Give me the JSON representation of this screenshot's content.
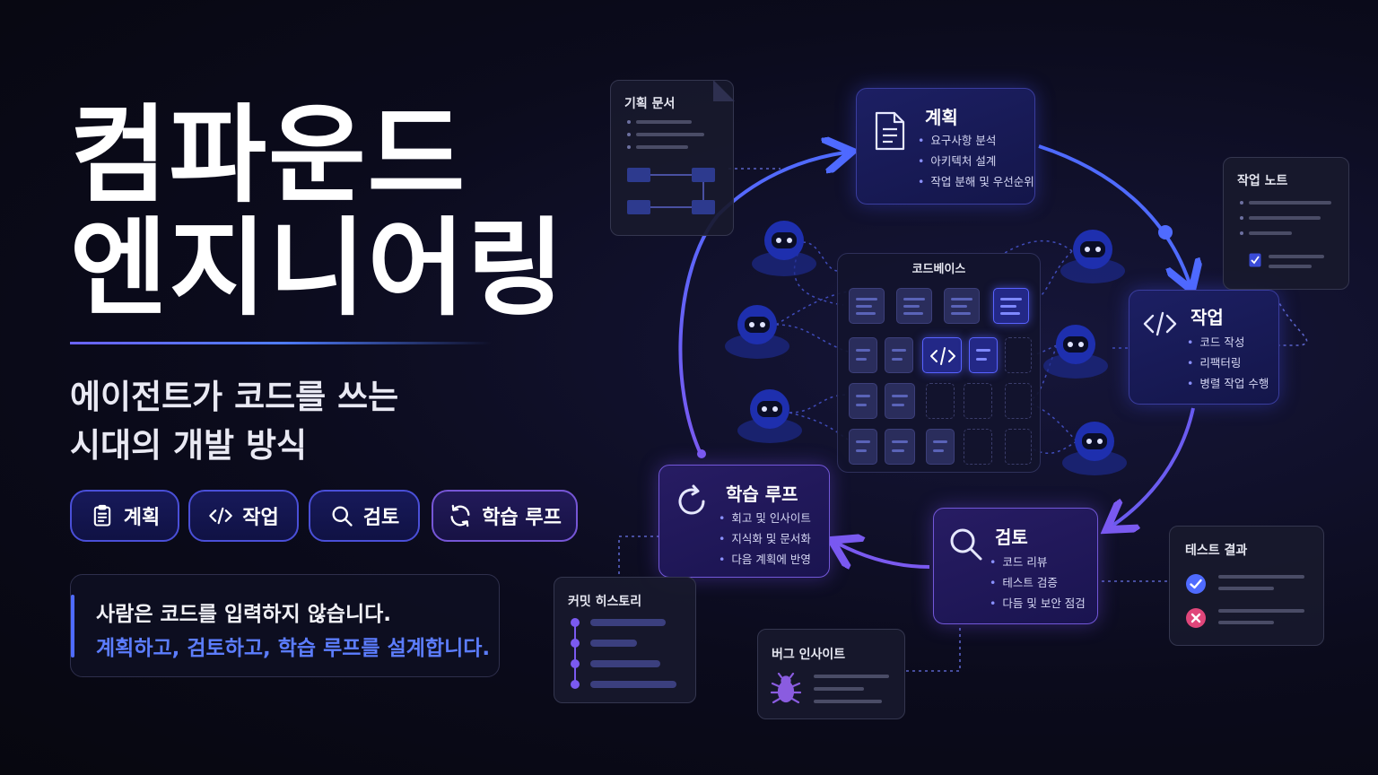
{
  "hero": {
    "title_line1": "컴파운드",
    "title_line2": "엔지니어링",
    "subtitle_line1": "에이전트가 코드를 쓰는",
    "subtitle_line2": "시대의 개발 방식"
  },
  "chips": [
    {
      "label": "계획",
      "icon": "clipboard-icon"
    },
    {
      "label": "작업",
      "icon": "code-icon"
    },
    {
      "label": "검토",
      "icon": "search-icon"
    },
    {
      "label": "학습 루프",
      "icon": "refresh-icon"
    }
  ],
  "quote": {
    "line1": "사람은 코드를 입력하지 않습니다.",
    "line2": "계획하고, 검토하고, 학습 루프를 설계합니다."
  },
  "cycle": {
    "plan": {
      "title": "계획",
      "items": [
        "요구사항 분석",
        "아키텍처 설계",
        "작업 분해 및 우선순위"
      ]
    },
    "work": {
      "title": "작업",
      "items": [
        "코드 작성",
        "리팩터링",
        "병렬 작업 수행"
      ]
    },
    "review": {
      "title": "검토",
      "items": [
        "코드 리뷰",
        "테스트 검증",
        "다듬 및 보안 점검"
      ]
    },
    "learn": {
      "title": "학습 루프",
      "items": [
        "회고 및 인사이트",
        "지식화 및 문서화",
        "다음 계획에 반영"
      ]
    },
    "codebase_title": "코드베이스"
  },
  "side_docs": {
    "planning_doc": "기획 문서",
    "work_notes": "작업 노트",
    "test_results": "테스트 결과",
    "commit_history": "커밋 히스토리",
    "bug_insights": "버그 인사이트"
  },
  "colors": {
    "accent_blue": "#4f6bff",
    "accent_purple": "#7a5af0",
    "pass_green": "#4f6bff",
    "fail_pink": "#e0467a"
  }
}
